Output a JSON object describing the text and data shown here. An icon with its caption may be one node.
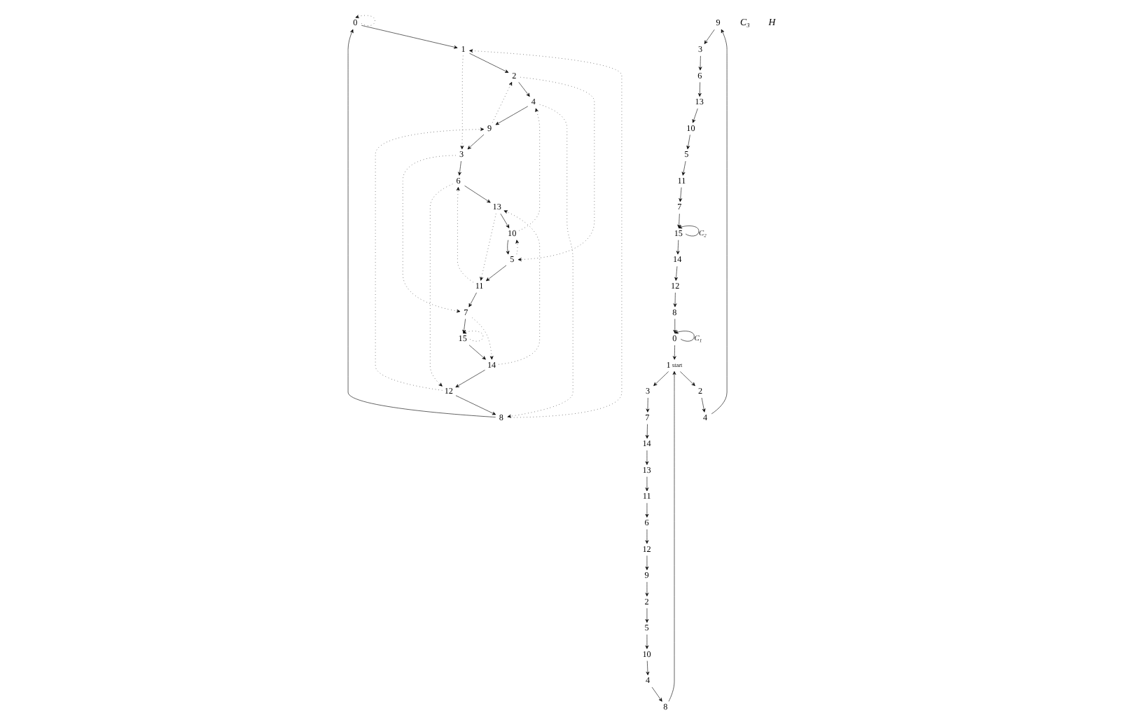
{
  "diagram": {
    "nodes": [
      {
        "text": [
          "0"
        ]
      },
      {
        "text": [
          "1"
        ]
      },
      {
        "text": [
          "8"
        ]
      },
      {
        "text": [
          "2"
        ]
      },
      {
        "text": [
          "4"
        ]
      },
      {
        "text": [
          "9"
        ]
      },
      {
        "text": [
          "3"
        ]
      },
      {
        "text": [
          "5"
        ]
      },
      {
        "text": [
          "10"
        ]
      },
      {
        "text": [
          "12"
        ]
      },
      {
        "text": [
          "6"
        ]
      },
      {
        "text": [
          "11"
        ]
      },
      {
        "text": [
          "13"
        ]
      },
      {
        "text": [
          "7"
        ]
      },
      {
        "text": [
          "14"
        ]
      },
      {
        "text": [
          "15"
        ]
      },
      {
        "text": [
          "9"
        ]
      },
      {
        "text": [
          "3"
        ]
      },
      {
        "text": [
          "6"
        ]
      },
      {
        "text": [
          "13"
        ]
      },
      {
        "text": [
          "14"
        ]
      },
      {
        "text": [
          "13"
        ]
      },
      {
        "text": [
          "11"
        ]
      },
      {
        "text": [
          "7"
        ]
      },
      {
        "text": [
          "4"
        ]
      },
      {
        "text": [
          "6"
        ]
      },
      {
        "text": [
          "3"
        ]
      },
      {
        "text": [
          "2"
        ]
      },
      {
        "text": [
          "10"
        ]
      },
      {
        "text": [
          "12"
        ]
      },
      {
        "text": [
          "1"
        ],
        "beside": [
          "start"
        ]
      },
      {
        "text": [
          "5"
        ]
      },
      {
        "text": [
          "9"
        ]
      },
      {
        "text": [
          "8"
        ]
      },
      {
        "text": [
          "0"
        ]
      },
      {
        "text": [
          "11"
        ]
      },
      {
        "text": [
          "4"
        ]
      },
      {
        "text": [
          "2"
        ]
      },
      {
        "text": [
          "7"
        ]
      },
      {
        "text": [
          "8"
        ]
      },
      {
        "text": [
          "5"
        ]
      },
      {
        "text": [
          "10"
        ]
      },
      {
        "text": [
          "12"
        ]
      },
      {
        "text": [
          "14"
        ]
      },
      {
        "text": [
          "15"
        ]
      }
    ],
    "edges": [
      {
        "from": 0,
        "to": 1,
        "arrow": "to"
      },
      {
        "from": 2,
        "to": 0,
        "arrow": "to"
      },
      {
        "from": 1,
        "to": 3,
        "arrow": "to"
      },
      {
        "from": 3,
        "to": 4,
        "arrow": "to"
      },
      {
        "from": 4,
        "to": 5,
        "arrow": "to"
      },
      {
        "from": 5,
        "to": 6,
        "arrow": "to"
      },
      {
        "from": 8,
        "to": 7,
        "arrow": "to"
      },
      {
        "from": 7,
        "to": 11,
        "arrow": "to"
      },
      {
        "from": 6,
        "to": 10,
        "arrow": "to"
      },
      {
        "from": 10,
        "to": 12,
        "arrow": "to"
      },
      {
        "from": 12,
        "to": 8,
        "arrow": "to"
      },
      {
        "from": 9,
        "to": 2,
        "arrow": "to"
      },
      {
        "from": 11,
        "to": 13,
        "arrow": "to"
      },
      {
        "from": 13,
        "to": 15,
        "arrow": "to"
      },
      {
        "from": 15,
        "to": 14,
        "arrow": "to"
      },
      {
        "from": 14,
        "to": 9,
        "arrow": "to"
      },
      {
        "from": 0,
        "to": 0,
        "arrow": "to",
        "style": "dashed"
      },
      {
        "from": 2,
        "to": 1,
        "arrow": "to",
        "style": "dashed"
      },
      {
        "from": 1,
        "to": 6,
        "arrow": "to",
        "style": "dashed"
      },
      {
        "from": 4,
        "to": 2,
        "arrow": "to",
        "style": "dashed"
      },
      {
        "from": 5,
        "to": 3,
        "arrow": "to",
        "style": "dashed"
      },
      {
        "from": 3,
        "to": 7,
        "arrow": "to",
        "style": "dashed"
      },
      {
        "from": 8,
        "to": 4,
        "arrow": "to",
        "style": "dashed"
      },
      {
        "from": 9,
        "to": 5,
        "arrow": "to",
        "style": "dashed"
      },
      {
        "from": 7,
        "to": 8,
        "arrow": "to",
        "style": "dashed"
      },
      {
        "from": 10,
        "to": 9,
        "arrow": "to",
        "style": "dashed"
      },
      {
        "from": 11,
        "to": 10,
        "arrow": "to",
        "style": "dashed"
      },
      {
        "from": 12,
        "to": 11,
        "arrow": "to",
        "style": "dashed"
      },
      {
        "from": 6,
        "to": 13,
        "arrow": "to",
        "style": "dashed"
      },
      {
        "from": 13,
        "to": 14,
        "arrow": "to",
        "style": "dashed"
      },
      {
        "from": 14,
        "to": 12,
        "arrow": "to",
        "style": "dashed"
      },
      {
        "from": 15,
        "to": 15,
        "arrow": "to",
        "style": "dashed"
      },
      {
        "from": 30,
        "to": 26,
        "arrow": "to"
      },
      {
        "from": 26,
        "to": 23,
        "arrow": "to"
      },
      {
        "from": 23,
        "to": 20,
        "arrow": "to"
      },
      {
        "from": 20,
        "to": 19,
        "arrow": "to"
      },
      {
        "from": 19,
        "to": 22,
        "arrow": "to"
      },
      {
        "from": 22,
        "to": 25,
        "arrow": "to"
      },
      {
        "from": 25,
        "to": 29,
        "arrow": "to"
      },
      {
        "from": 29,
        "to": 32,
        "arrow": "to"
      },
      {
        "from": 32,
        "to": 37,
        "arrow": "to"
      },
      {
        "from": 37,
        "to": 40,
        "arrow": "to"
      },
      {
        "from": 40,
        "to": 41,
        "arrow": "to"
      },
      {
        "from": 41,
        "to": 36,
        "arrow": "to"
      },
      {
        "from": 36,
        "to": 33,
        "arrow": "to"
      },
      {
        "from": 33,
        "to": 30,
        "arrow": "to"
      },
      {
        "from": 30,
        "to": 27,
        "arrow": "to"
      },
      {
        "from": 27,
        "to": 24,
        "arrow": "to"
      },
      {
        "from": 24,
        "to": 16,
        "arrow": "to"
      },
      {
        "from": 16,
        "to": 17,
        "arrow": "to"
      },
      {
        "from": 17,
        "to": 18,
        "arrow": "to"
      },
      {
        "from": 18,
        "to": 21,
        "arrow": "to"
      },
      {
        "from": 21,
        "to": 28,
        "arrow": "to"
      },
      {
        "from": 28,
        "to": 31,
        "arrow": "to"
      },
      {
        "from": 31,
        "to": 35,
        "arrow": "to"
      },
      {
        "from": 35,
        "to": 38,
        "arrow": "to"
      },
      {
        "from": 38,
        "to": 44,
        "arrow": "to"
      },
      {
        "from": 44,
        "to": 43,
        "arrow": "to"
      },
      {
        "from": 43,
        "to": 42,
        "arrow": "to"
      },
      {
        "from": 42,
        "to": 39,
        "arrow": "to"
      },
      {
        "from": 39,
        "to": 34,
        "arrow": "to"
      },
      {
        "from": 34,
        "to": 30,
        "arrow": "to"
      },
      {
        "from": 34,
        "to": 34,
        "arrow": "to",
        "label": "C₁"
      },
      {
        "from": 44,
        "to": 44,
        "arrow": "to",
        "label": "C₂"
      }
    ],
    "labels": [
      "C₃",
      "H"
    ]
  }
}
